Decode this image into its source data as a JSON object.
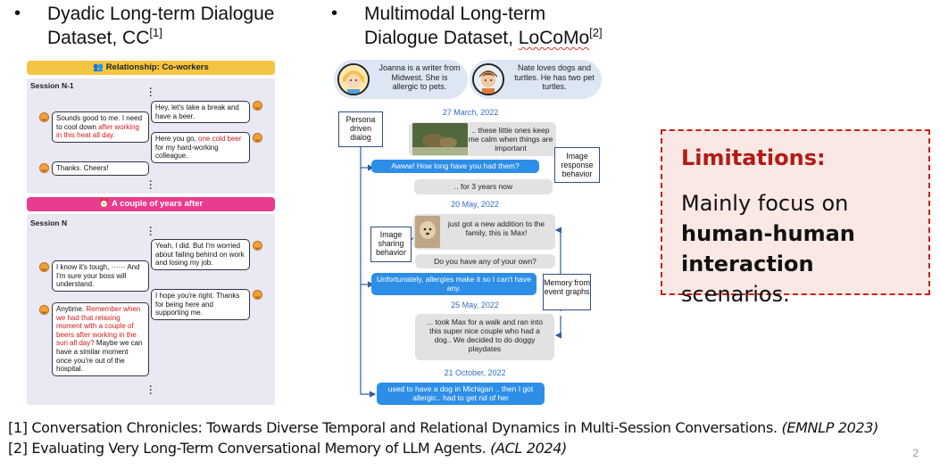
{
  "bullets": {
    "cc": {
      "line1": "Dyadic Long-term Dialogue",
      "line2": "Dataset, CC",
      "ref": "[1]"
    },
    "locomo": {
      "line1": "Multimodal Long-term",
      "line2_pre": "Dialogue Dataset, ",
      "line2_name": "LoCoMo",
      "ref": "[2]"
    },
    "dot": "•"
  },
  "cc_figure": {
    "relationship_bar": "Relationship: Co-workers",
    "time_bar": "A couple of years after",
    "session1": {
      "title": "Session N-1",
      "b1": "Hey, let's take a break and have a beer.",
      "b2_pre": "Sounds good to me. I need to cool down ",
      "b2_red": "after working in this heat all day.",
      "b3_pre": "Here you go, ",
      "b3_red": "one cold beer",
      "b3_post": " for my hard-working colleague.",
      "b4": "Thanks. Cheers!"
    },
    "session2": {
      "title": "Session N",
      "b1": "Yeah, I did. But I'm worried about failing behind on work and losing my job.",
      "b2": "I know it's tough, ······ And I'm sure your boss will understand.",
      "b3": "I hope you're right. Thanks for being here and supporting me.",
      "b4_pre": "Anytime. ",
      "b4_red": "Remember when we had that relaxing moment with a couple of beers after working in the sun all day?",
      "b4_post": " Maybe we can have a similar moment once you're out of the hospital."
    }
  },
  "locomo_figure": {
    "persona_left": "Joanna is a writer from Midwest. She is allergic to pets.",
    "persona_right": "Nate loves dogs and turtles. He has two pet turtles.",
    "label_persona": "Persona driven dialog",
    "label_image_response": "Image response behavior",
    "label_image_sharing": "Image sharing behavior",
    "label_memory": "Memory from event graphs",
    "dates": [
      "27 March, 2022",
      "20 May, 2022",
      "25 May, 2022",
      "21 October, 2022"
    ],
    "msg1": ".. these little ones keep me calm when things are important",
    "msg2": "Awww! How long have you had them?",
    "msg3": ".. for 3 years now",
    "msg4": "just got a new addition to the family, this is Max!",
    "msg5": "Do you have any of your own?",
    "msg6": "Unfortunately, allergies make it so I can't have any.",
    "msg7": "... took Max for a walk and ran into this super nice couple who had a dog.. We decided to do doggy playdates",
    "msg8": "used to have a dog in Michigan .. then I got allergic.. had to get rid of her"
  },
  "limitations": {
    "title": "Limitations:",
    "line1": "Mainly focus on",
    "line2_bold": "human-human",
    "line3_bold": "interaction",
    "line3_rest": " scenarios."
  },
  "references": {
    "r1_text": "[1] Conversation Chronicles: Towards Diverse Temporal and Relational Dynamics in Multi-Session Conversations. ",
    "r1_venue": "(EMNLP 2023)",
    "r2_text": "[2] Evaluating Very Long-Term Conversational Memory of LLM Agents. ",
    "r2_venue": "(ACL 2024)"
  },
  "page_number": "2",
  "colors": {
    "accent_red": "#c8201a",
    "limit_bg": "#fae8e4",
    "bubble_blue": "#2d8ee8",
    "date_blue": "#2f6fc2"
  }
}
